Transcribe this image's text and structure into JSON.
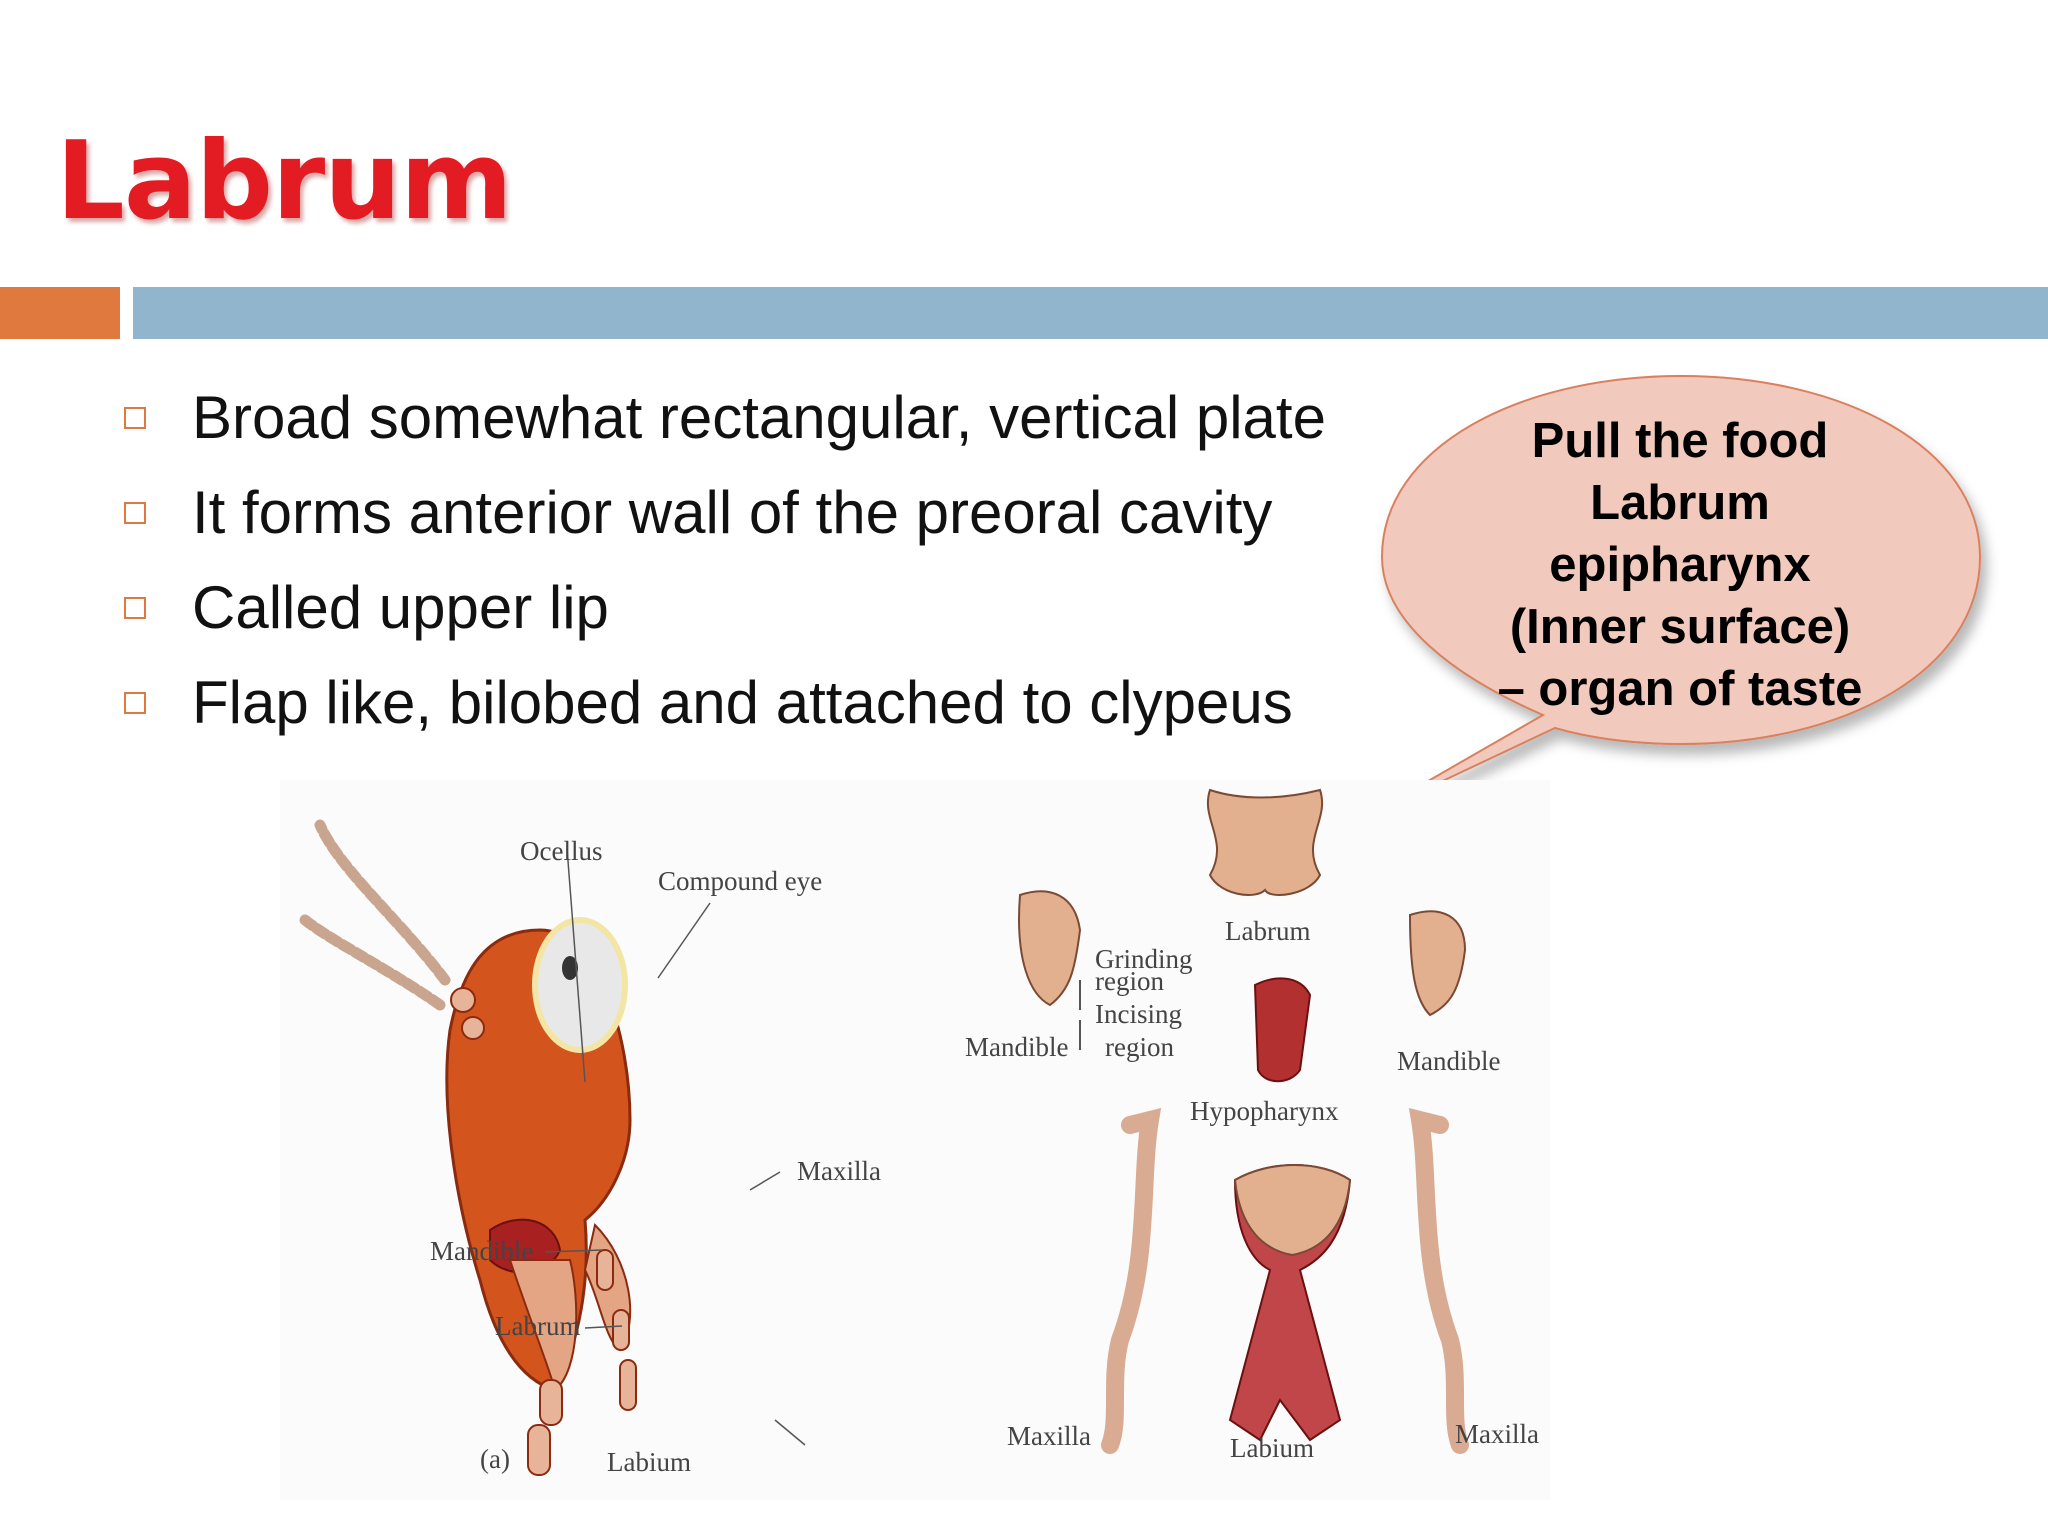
{
  "slide": {
    "title": "Labrum",
    "bullets": [
      "Broad somewhat rectangular, vertical plate",
      "It forms anterior wall of the preoral cavity",
      "Called upper lip",
      "Flap like, bilobed and attached to clypeus"
    ]
  },
  "callout": {
    "lines": [
      "Pull the food",
      "Labrum",
      "epipharynx",
      "(Inner surface)",
      "– organ of taste"
    ]
  },
  "figure": {
    "head_labels": {
      "ocellus": "Ocellus",
      "compound_eye": "Compound eye",
      "maxilla": "Maxilla",
      "mandible": "Mandible",
      "labrum": "Labrum",
      "labium": "Labium",
      "panel": "(a)"
    },
    "parts_labels": {
      "labrum": "Labrum",
      "grinding": "Grinding",
      "grinding_2": "region",
      "incising": "Incising",
      "incising_2": "region",
      "mandible_left": "Mandible",
      "mandible_right": "Mandible",
      "hypopharynx": "Hypopharynx",
      "maxilla_left": "Maxilla",
      "labium": "Labium",
      "maxilla_right": "Maxilla"
    }
  },
  "colors": {
    "title": "#e31b23",
    "accent_orange": "#e0793e",
    "band_blue": "#92b5ce",
    "callout_fill": "#f2c9bd",
    "callout_stroke": "#d9805e"
  }
}
